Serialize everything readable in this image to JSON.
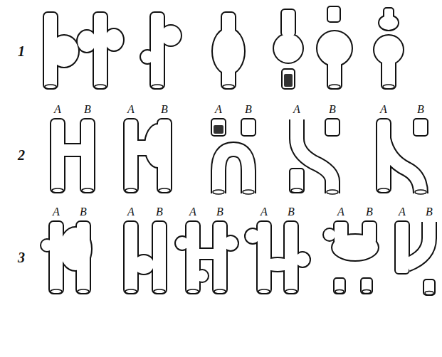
{
  "diagram": {
    "labels": [
      "1",
      "2",
      "A",
      "B",
      "A",
      "B",
      "A",
      "B",
      "A",
      "B",
      "A",
      "B",
      "3",
      "A",
      "B",
      "A",
      "B",
      "A",
      "B",
      "A",
      "B",
      "A",
      "B",
      "A",
      "B"
    ]
  }
}
